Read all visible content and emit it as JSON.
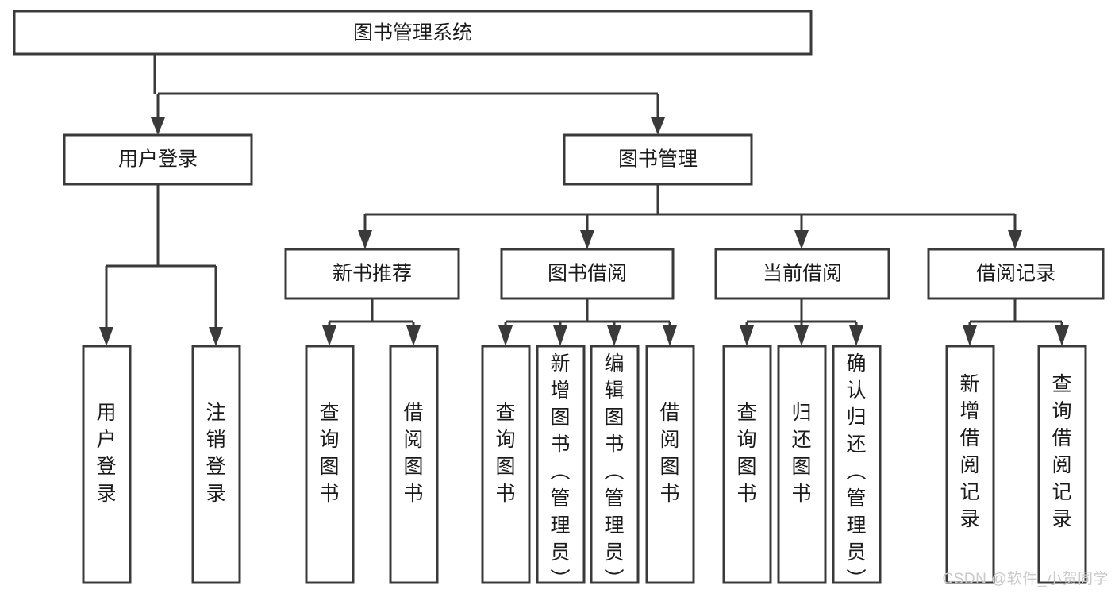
{
  "diagram": {
    "type": "tree-hierarchy",
    "title": "图书管理系统",
    "watermark": "CSDN @软件_小贺同学",
    "colors": {
      "stroke": "#3a3a3a",
      "box_fill": "#ffffff",
      "text": "#1a1a1a",
      "background": "#ffffff",
      "watermark": "#c9c9c9"
    },
    "nodes": {
      "root": {
        "label": "图书管理系统",
        "orientation": "horizontal"
      },
      "level2": [
        {
          "id": "user-login",
          "label": "用户登录",
          "orientation": "horizontal"
        },
        {
          "id": "book-management",
          "label": "图书管理",
          "orientation": "horizontal"
        }
      ],
      "level3": [
        {
          "id": "new-book-recommend",
          "label": "新书推荐",
          "orientation": "horizontal"
        },
        {
          "id": "book-borrow",
          "label": "图书借阅",
          "orientation": "horizontal"
        },
        {
          "id": "current-borrow",
          "label": "当前借阅",
          "orientation": "horizontal"
        },
        {
          "id": "borrow-record",
          "label": "借阅记录",
          "orientation": "horizontal"
        }
      ],
      "leaves": {
        "user-login": [
          {
            "id": "leaf-user-login",
            "label": "用户登录",
            "orientation": "vertical"
          },
          {
            "id": "leaf-logout",
            "label": "注销登录",
            "orientation": "vertical"
          }
        ],
        "new-book-recommend": [
          {
            "id": "leaf-query-book-1",
            "label": "查询图书",
            "orientation": "vertical"
          },
          {
            "id": "leaf-borrow-book-1",
            "label": "借阅图书",
            "orientation": "vertical"
          }
        ],
        "book-borrow": [
          {
            "id": "leaf-query-book-2",
            "label": "查询图书",
            "orientation": "vertical"
          },
          {
            "id": "leaf-add-book",
            "label": "新增图书（管理员）",
            "orientation": "vertical"
          },
          {
            "id": "leaf-edit-book",
            "label": "编辑图书（管理员）",
            "orientation": "vertical"
          },
          {
            "id": "leaf-borrow-book-2",
            "label": "借阅图书",
            "orientation": "vertical"
          }
        ],
        "current-borrow": [
          {
            "id": "leaf-query-book-3",
            "label": "查询图书",
            "orientation": "vertical"
          },
          {
            "id": "leaf-return-book",
            "label": "归还图书",
            "orientation": "vertical"
          },
          {
            "id": "leaf-confirm-return",
            "label": "确认归还（管理员）",
            "orientation": "vertical"
          }
        ],
        "borrow-record": [
          {
            "id": "leaf-add-record",
            "label": "新增借阅记录",
            "orientation": "vertical"
          },
          {
            "id": "leaf-query-record",
            "label": "查询借阅记录",
            "orientation": "vertical"
          }
        ]
      }
    }
  }
}
